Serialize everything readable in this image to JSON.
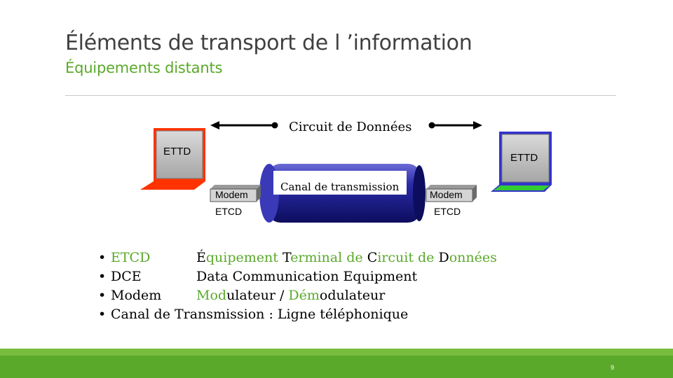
{
  "slide": {
    "title": "Éléments de transport de l ’information",
    "subtitle": "Équipements distants",
    "page_number": "9"
  },
  "diagram": {
    "circuit_label": "Circuit de Données",
    "left_ettd": "ETTD",
    "right_ettd": "ETTD",
    "left_modem": "Modem",
    "right_modem": "Modem",
    "left_etcd": "ETCD",
    "right_etcd": "ETCD",
    "channel_label": "Canal de transmission"
  },
  "bullets": [
    {
      "term": "ETCD",
      "desc_parts": [
        {
          "t": "É",
          "g": false
        },
        {
          "t": "quipement ",
          "g": true
        },
        {
          "t": "T",
          "g": false
        },
        {
          "t": "erminal de ",
          "g": true
        },
        {
          "t": "C",
          "g": false
        },
        {
          "t": "ircuit de ",
          "g": true
        },
        {
          "t": "D",
          "g": false
        },
        {
          "t": "onnées",
          "g": true
        }
      ]
    },
    {
      "term": "DCE",
      "desc": "Data Communication Equipment"
    },
    {
      "term": "Modem",
      "desc_parts": [
        {
          "t": "Mod",
          "g": false
        },
        {
          "t": "ulateur / ",
          "g": true
        },
        {
          "t": "Dém",
          "g": false
        },
        {
          "t": "odulateur",
          "g": true
        }
      ]
    },
    {
      "term": "Canal de Transmission : Ligne téléphonique"
    }
  ],
  "colors": {
    "accent_green": "#5aa92a",
    "left_terminal_red": "#ff3300",
    "right_terminal_green": "#33cc33",
    "right_terminal_border": "#3333cc",
    "channel_blue": "#1a1a8c"
  }
}
